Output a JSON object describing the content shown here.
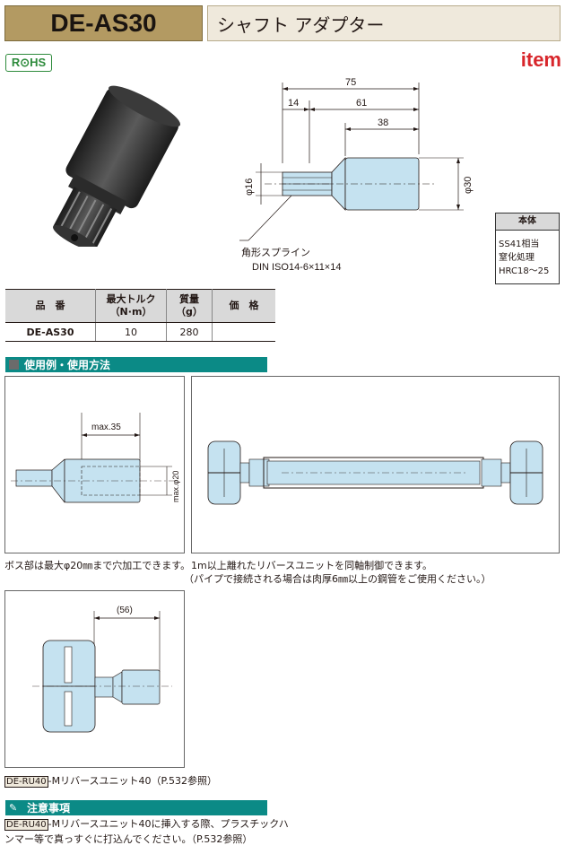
{
  "header": {
    "code": "DE-AS30",
    "name": "シャフト アダプター"
  },
  "rohs": "R⊙HS",
  "brand": "item",
  "drawing": {
    "dims": {
      "overall": "75",
      "left": "14",
      "middle": "61",
      "body": "38",
      "small_dia": "φ16",
      "large_dia": "φ30"
    },
    "spline_label": "角形スプライン",
    "spline_std": "DIN ISO14-6×11×14"
  },
  "spec_box": {
    "title": "本体",
    "lines": [
      "SS41相当",
      "窒化処理",
      "HRC18～25"
    ]
  },
  "table": {
    "headers": [
      "品　番",
      "最大トルク\n（N·m）",
      "質量\n（g）",
      "価　格"
    ],
    "row": [
      "DE-AS30",
      "10",
      "280",
      ""
    ]
  },
  "usage": {
    "title": "使用例・使用方法",
    "ex1_dim": "max.35",
    "ex1_dia": "max.φ20",
    "ex1_caption": "ボス部は最大φ20㎜まで穴加工できます。",
    "ex2_caption1": "1m以上離れたリバースユニットを同軸制御できます。",
    "ex2_caption2": "（パイプで接続される場合は肉厚6㎜以上の鋼管をご使用ください。）",
    "ex3_dim": "(56)",
    "ex3_tag": "DE-RU40",
    "ex3_caption": "-Mリバースユニット40（P.532参照）"
  },
  "notes": {
    "title": "注意事項",
    "tag": "DE-RU40",
    "line1": "-Mリバースユニット40に挿入する際、プラスチックハ",
    "line2": "ンマー等で真っすぐに打込んでください。（P.532参照）"
  },
  "colors": {
    "brand_red": "#d8262b",
    "section_teal": "#0b8a86",
    "header_gold": "#b39a62",
    "part_blue": "#c5e2f0"
  }
}
